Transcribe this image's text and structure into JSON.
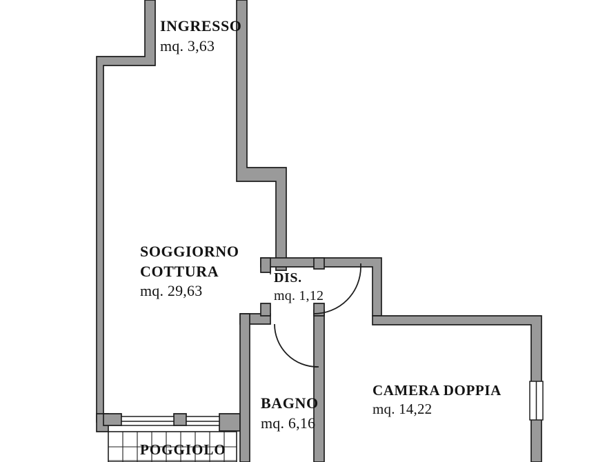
{
  "document": {
    "type": "floor-plan",
    "language": "it",
    "unit_label": "mq.",
    "wall_fill_color": "#9a9a9a",
    "wall_stroke_color": "#1d1d1d",
    "background_color": "#ffffff",
    "text_color": "#131313"
  },
  "rooms": [
    {
      "id": "ingresso",
      "name": "INGRESSO",
      "name2": "",
      "area": "mq. 3,63"
    },
    {
      "id": "soggiorno",
      "name": "SOGGIORNO",
      "name2": "COTTURA",
      "area": "mq. 29,63"
    },
    {
      "id": "dis",
      "name": "DIS.",
      "name2": "",
      "area": "mq. 1,12"
    },
    {
      "id": "bagno",
      "name": "BAGNO",
      "name2": "",
      "area": "mq. 6,16"
    },
    {
      "id": "camera",
      "name": "CAMERA DOPPIA",
      "name2": "",
      "area": "mq. 14,22"
    },
    {
      "id": "poggiolo",
      "name": "POGGIOLO",
      "name2": "",
      "area": ""
    }
  ],
  "features": {
    "window_camera_right": "window",
    "sliding_doors_soggiorno": "balcony-sliding-doors",
    "door_swing_dis_to_camera": "door-arc",
    "door_swing_dis_to_bagno": "door-arc",
    "balcony_floor_pattern": "tile-grid"
  }
}
